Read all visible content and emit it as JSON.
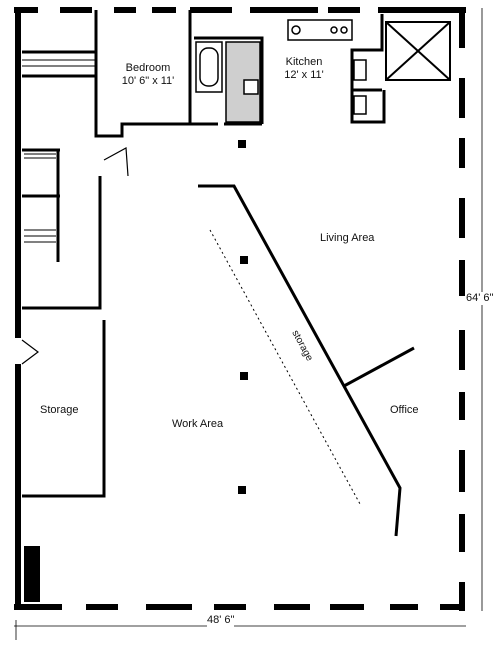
{
  "rooms": {
    "bedroom": {
      "name": "Bedroom",
      "size": "10' 6\" x 11'"
    },
    "kitchen": {
      "name": "Kitchen",
      "size": "12' x 11'"
    },
    "living": {
      "name": "Living Area"
    },
    "storage": {
      "name": "Storage"
    },
    "work": {
      "name": "Work Area"
    },
    "office": {
      "name": "Office"
    }
  },
  "dimensions": {
    "height": "64' 6\"",
    "width": "48' 6\""
  },
  "annotations": {
    "diagonal": "storage"
  }
}
